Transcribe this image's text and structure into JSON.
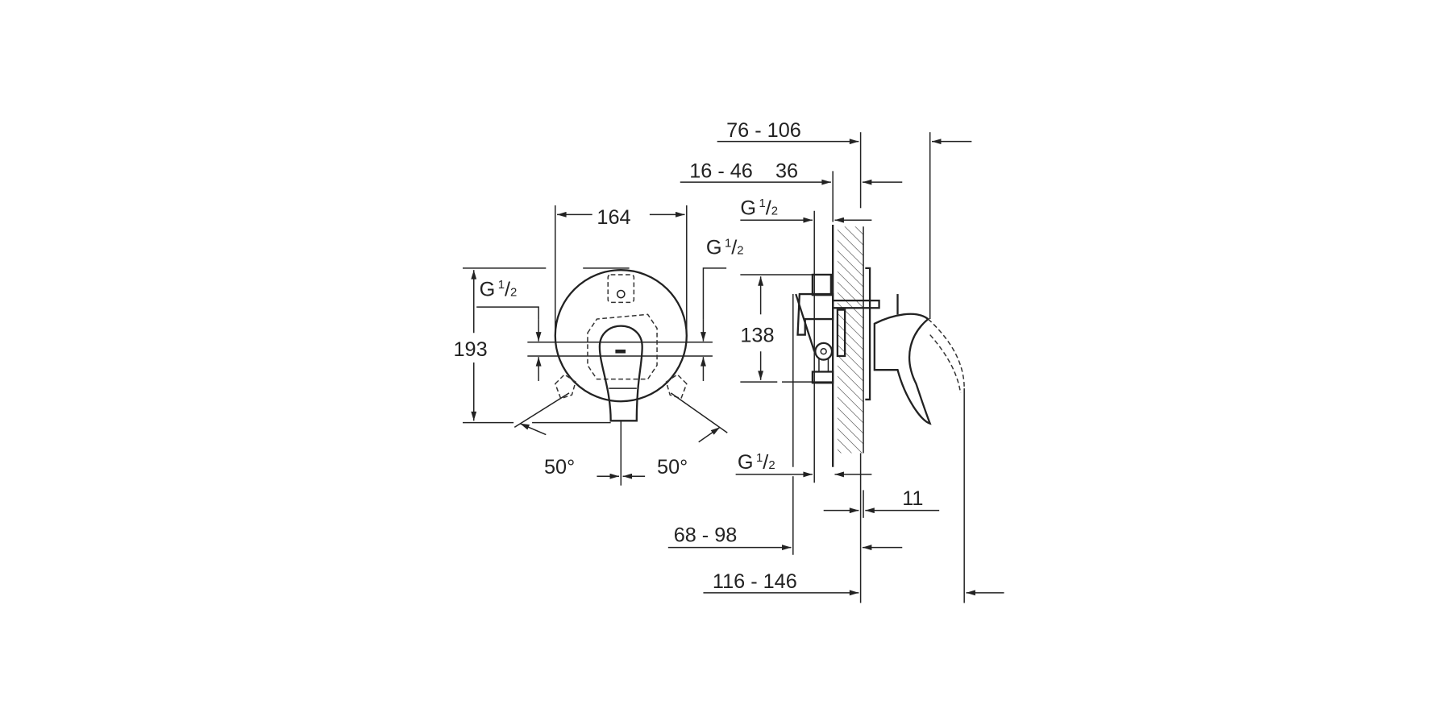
{
  "front_view": {
    "width_dim": "164",
    "height_dim": "193",
    "thread_left": {
      "main": "G",
      "num": "1",
      "den": "2"
    },
    "thread_right": {
      "main": "G",
      "num": "1",
      "den": "2"
    },
    "angle_left": "50°",
    "angle_right": "50°"
  },
  "side_view": {
    "dim_top": "76 - 106",
    "dim_second": "16 - 46",
    "dim_second_b": "36",
    "thread_top": {
      "main": "G",
      "num": "1",
      "den": "2"
    },
    "thread_bottom": {
      "main": "G",
      "num": "1",
      "den": "2"
    },
    "height_dim": "138",
    "dim_11": "11",
    "dim_68_98": "68 - 98",
    "dim_116_146": "116 - 146"
  }
}
